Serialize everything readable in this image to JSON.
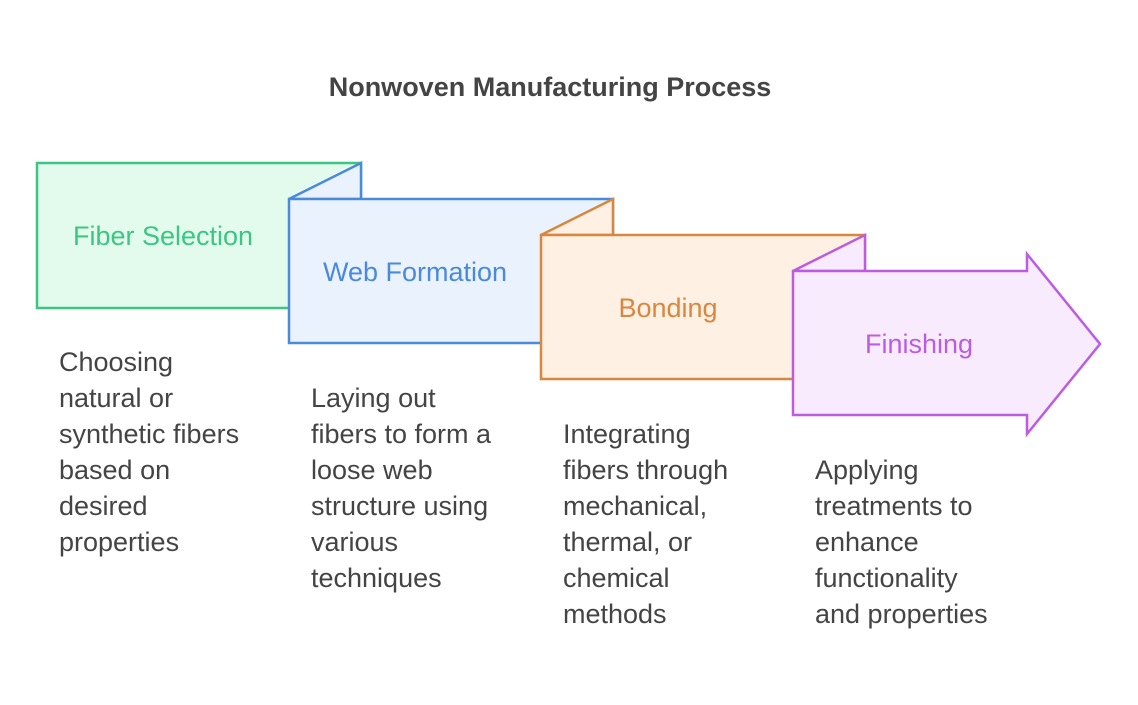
{
  "title": "Nonwoven Manufacturing Process",
  "steps": [
    {
      "label": "Fiber Selection",
      "description": "Choosing\nnatural or\nsynthetic fibers\nbased on\ndesired\nproperties",
      "stroke": "#3CC583",
      "fill": "#E3FBED"
    },
    {
      "label": "Web Formation",
      "description": "Laying out\nfibers to form a\nloose web\nstructure using\nvarious\ntechniques",
      "stroke": "#4A89DC",
      "fill": "#EAF2FD"
    },
    {
      "label": "Bonding",
      "description": "Integrating\nfibers through\nmechanical,\nthermal, or\nchemical\nmethods",
      "stroke": "#D9873F",
      "fill": "#FEF0E2"
    },
    {
      "label": "Finishing",
      "description": "Applying\ntreatments to\nenhance\nfunctionality\nand properties",
      "stroke": "#BC5CE0",
      "fill": "#F8EBFD"
    }
  ]
}
